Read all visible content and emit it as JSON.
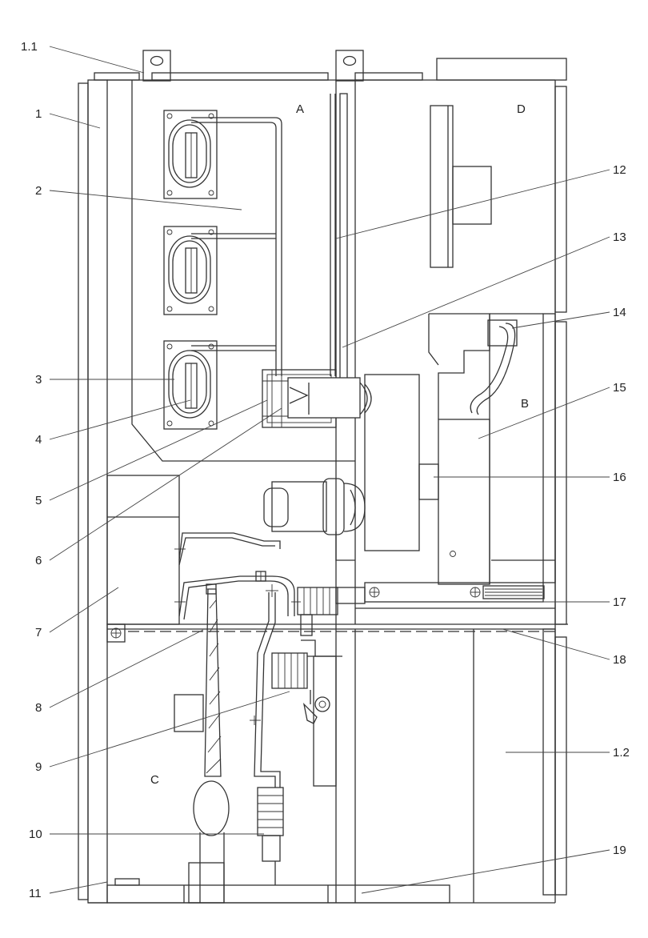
{
  "labels": {
    "l1_1": "1.1",
    "l1": "1",
    "l2": "2",
    "l3": "3",
    "l4": "4",
    "l5": "5",
    "l6": "6",
    "l7": "7",
    "l8": "8",
    "l9": "9",
    "l10": "10",
    "l11": "11",
    "l12": "12",
    "l13": "13",
    "l14": "14",
    "l15": "15",
    "l16": "16",
    "l17": "17",
    "l18": "18",
    "l1_2": "1.2",
    "l19": "19"
  },
  "compartments": {
    "a": "A",
    "b": "B",
    "c": "C",
    "d": "D"
  },
  "colors": {
    "line": "#333333",
    "background": "#ffffff"
  }
}
